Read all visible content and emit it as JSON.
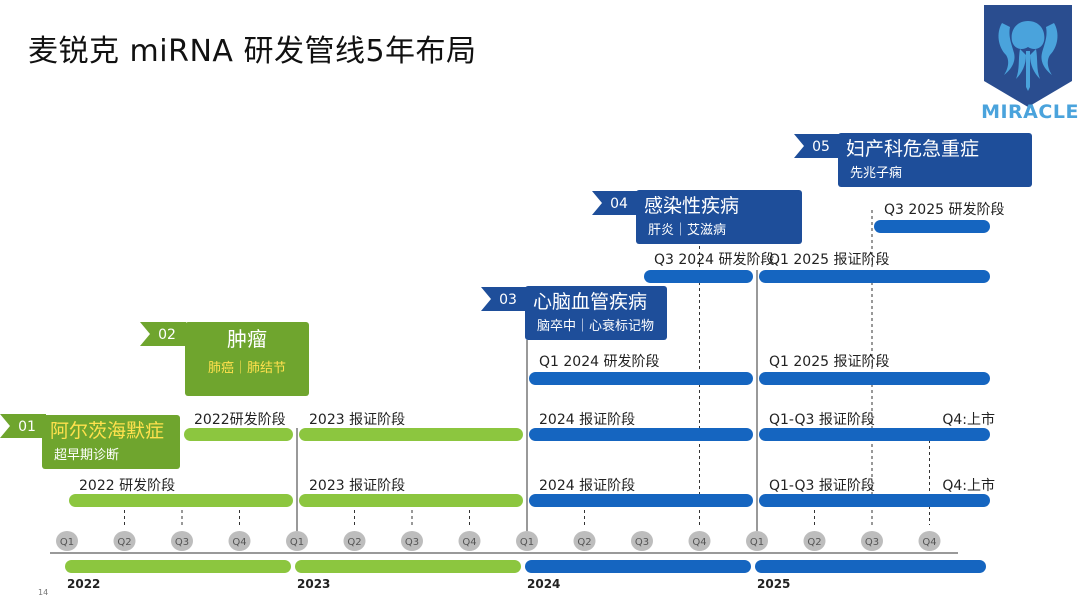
{
  "title": "麦锐克 miRNA 研发管线5年布局",
  "logo": {
    "name": "MIRACLE",
    "icon": "jellyfish-shield-icon",
    "color": "#2a4d8f",
    "accent": "#4aa3dc"
  },
  "page_number": "14",
  "colors": {
    "green": "#8cc63f",
    "green_dark": "#6fa52e",
    "blue": "#1565c0",
    "navy": "#1e4e9a",
    "tag_bg": "#1e4e9a",
    "gray_dot": "#bdbdbd"
  },
  "diseases": [
    {
      "num": "01",
      "name": "阿尔茨海默症",
      "sub": "超早期诊断",
      "color": "green"
    },
    {
      "num": "02",
      "name": "肿瘤",
      "sub": "肺癌｜肺结节",
      "color": "green"
    },
    {
      "num": "03",
      "name": "心脑血管疾病",
      "sub": "脑卒中｜心衰标记物",
      "color": "blue"
    },
    {
      "num": "04",
      "name": "感染性疾病",
      "sub": "肝炎｜艾滋病",
      "color": "blue"
    },
    {
      "num": "05",
      "name": "妇产科危急重症",
      "sub": "先兆子痫",
      "color": "blue"
    }
  ],
  "chart_data": {
    "type": "timeline",
    "quarters": [
      "Q1",
      "Q2",
      "Q3",
      "Q4",
      "Q1",
      "Q2",
      "Q3",
      "Q4",
      "Q1",
      "Q2",
      "Q3",
      "Q4",
      "Q1",
      "Q2",
      "Q3",
      "Q4"
    ],
    "years": [
      "2022",
      "2023",
      "2024",
      "2025"
    ],
    "rows": [
      {
        "disease": "阿尔茨海默症",
        "phases": [
          {
            "label": "2022 研发阶段",
            "start": 0,
            "end": 4,
            "color": "green"
          },
          {
            "label": "2023 报证阶段",
            "start": 4,
            "end": 8,
            "color": "green"
          },
          {
            "label": "2024 报证阶段",
            "start": 8,
            "end": 12,
            "color": "blue"
          },
          {
            "label": "Q1-Q3 报证阶段",
            "start": 12,
            "end": 15,
            "color": "blue"
          },
          {
            "label": "Q4:上市",
            "start": 15,
            "end": 16,
            "color": "blue"
          }
        ]
      },
      {
        "disease": "肿瘤",
        "phases": [
          {
            "label": "2022研发阶段",
            "start": 2,
            "end": 4,
            "color": "green"
          },
          {
            "label": "2023 报证阶段",
            "start": 4,
            "end": 8,
            "color": "green"
          },
          {
            "label": "2024 报证阶段",
            "start": 8,
            "end": 12,
            "color": "blue"
          },
          {
            "label": "Q1-Q3 报证阶段",
            "start": 12,
            "end": 15,
            "color": "blue"
          },
          {
            "label": "Q4:上市",
            "start": 15,
            "end": 16,
            "color": "blue"
          }
        ]
      },
      {
        "disease": "心脑血管疾病",
        "phases": [
          {
            "label": "Q1 2024 研发阶段",
            "start": 8,
            "end": 12,
            "color": "blue"
          },
          {
            "label": "Q1 2025 报证阶段",
            "start": 12,
            "end": 16,
            "color": "blue"
          }
        ]
      },
      {
        "disease": "感染性疾病",
        "phases": [
          {
            "label": "Q3 2024 研发阶段",
            "start": 10,
            "end": 12,
            "color": "blue"
          },
          {
            "label": "Q1 2025 报证阶段",
            "start": 12,
            "end": 16,
            "color": "blue"
          }
        ]
      },
      {
        "disease": "妇产科危急重症",
        "phases": [
          {
            "label": "Q3 2025 研发阶段",
            "start": 14,
            "end": 16,
            "color": "blue"
          }
        ]
      }
    ]
  }
}
